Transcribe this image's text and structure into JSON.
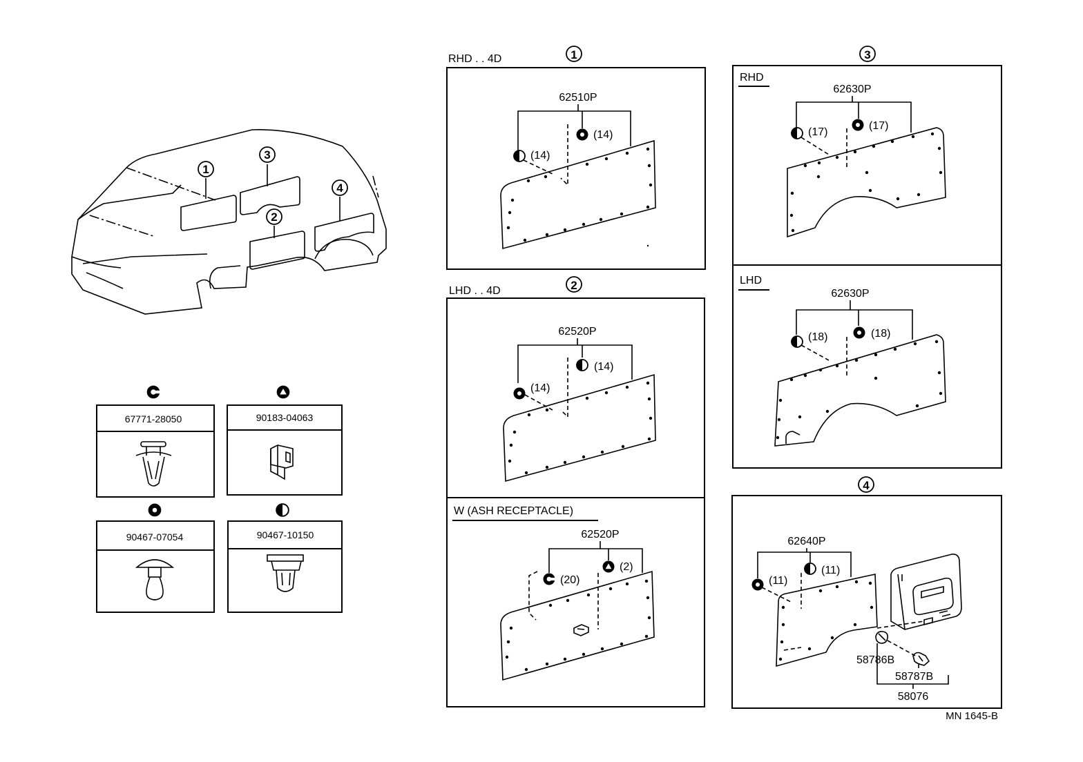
{
  "figure_code": "MN 1645-B",
  "callouts": [
    "1",
    "2",
    "3",
    "4"
  ],
  "panel1": {
    "variant": "RHD . . 4D",
    "part": "62510P",
    "q_left": "(14)",
    "q_right": "(14)"
  },
  "panel2": {
    "variant": "LHD . . 4D",
    "part": "62520P",
    "q_left": "(14)",
    "q_right": "(14)"
  },
  "panel2w": {
    "variant": "W (ASH  RECEPTACLE)",
    "part": "62520P",
    "q_left": "(20)",
    "q_right": "(2)"
  },
  "panel3r": {
    "variant": "RHD",
    "part": "62630P",
    "q_left": "(17)",
    "q_right": "(17)"
  },
  "panel3l": {
    "variant": "LHD",
    "part": "62630P",
    "q_left": "(18)",
    "q_right": "(18)"
  },
  "panel4": {
    "part": "62640P",
    "q_left": "(11)",
    "q_right": "(11)",
    "sub_a": "58786B",
    "sub_b": "58787B",
    "sub_assy": "58076"
  },
  "fasteners": [
    {
      "part": "67771-28050",
      "symbol": "clip-ring-symbol-icon"
    },
    {
      "part": "90183-04063",
      "symbol": "triangle-symbol-icon"
    },
    {
      "part": "90467-07054",
      "symbol": "solid-circle-symbol-icon"
    },
    {
      "part": "90467-10150",
      "symbol": "half-circle-symbol-icon"
    }
  ]
}
